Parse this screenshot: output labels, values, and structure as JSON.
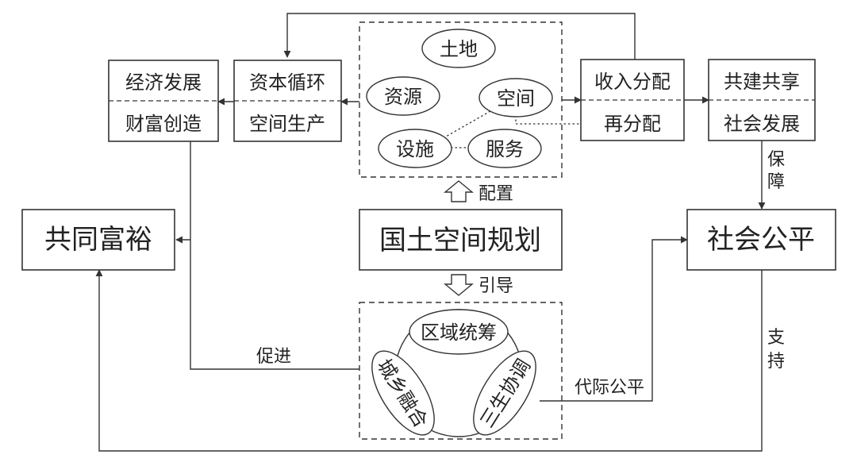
{
  "nodes": {
    "common_prosperity": "共同富裕",
    "econ_dev": "经济发展",
    "wealth_creation": "财富创造",
    "capital_cycle": "资本循环",
    "space_production": "空间生产",
    "income_distribution": "收入分配",
    "redistribution": "再分配",
    "co_build_share": "共建共享",
    "social_dev": "社会发展",
    "social_equity": "社会公平",
    "planning": "国土空间规划"
  },
  "resources": {
    "land": "土地",
    "resource": "资源",
    "space": "空间",
    "facilities": "设施",
    "services": "服务"
  },
  "guidance": {
    "regional": "区域统筹",
    "urban_rural": "城乡融合",
    "three_life": "三生协调"
  },
  "edge_labels": {
    "allocate": "配置",
    "guide": "引导",
    "promote": "促进",
    "intergenerational": "代际公平",
    "guarantee_1": "保",
    "guarantee_2": "障",
    "support_1": "支",
    "support_2": "持"
  }
}
